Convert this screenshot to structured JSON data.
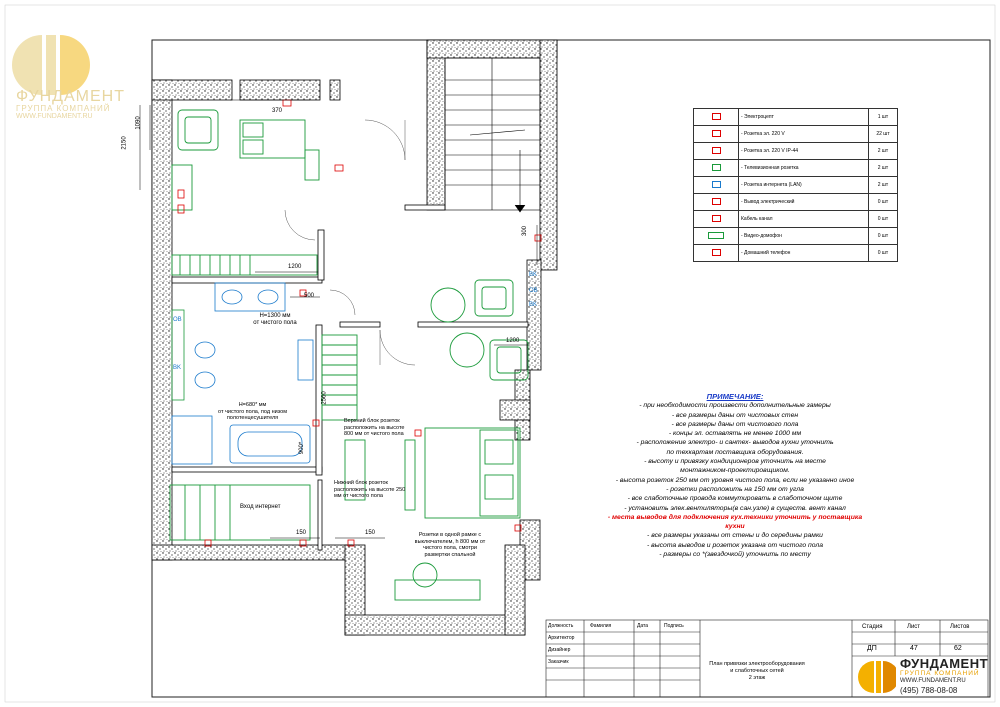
{
  "logo": {
    "name": "ФУНДАМЕНТ",
    "sub": "ГРУППА КОМПАНИЙ",
    "site": "WWW.FUNDAMENT.RU",
    "color_primary": "#e8d6a0"
  },
  "legend": [
    {
      "icon": "wall-socket-icon",
      "label": "- Электроцепт",
      "count": "1 шт"
    },
    {
      "icon": "socket-220-icon",
      "label": "- Розетка эл. 220 V",
      "count": "22 шт"
    },
    {
      "icon": "socket-ip44-icon",
      "label": "- Розетка эл. 220 V IP-44",
      "count": "2 шт"
    },
    {
      "icon": "tv-socket-icon",
      "label": "- Телевизионная розетка",
      "count": "2 шт"
    },
    {
      "icon": "lan-socket-icon",
      "label": "- Розетка интернета (LAN)",
      "count": "2 шт"
    },
    {
      "icon": "electric-outlet-icon",
      "label": "- Вывод электрический",
      "count": "0 шт"
    },
    {
      "icon": "cable-channel-icon",
      "label": "Кабель канал",
      "count": "0 шт"
    },
    {
      "icon": "video-intercom-icon",
      "label": "- Видео-домофон",
      "count": "0 шт"
    },
    {
      "icon": "home-phone-icon",
      "label": "- Домашний телефон",
      "count": "0 шт"
    }
  ],
  "notes": {
    "title": "ПРИМЕЧАНИЕ:",
    "lines": [
      "- при необходимости произвести дополнительные замеры",
      "- все размеры даны от чистовых стен",
      "- все размеры даны от чистового пола",
      "- концы эл. оставлять не менее 1000 мм",
      "- расположение электро- и сантех- выводов кухни уточнить",
      "по техкартам поставщика оборудования.",
      "- высоту и привязку кондиционеров уточнить на месте",
      "монтажником-проектировщиком.",
      "- высота розеток 250 мм от уровня чистого пола, если не указанно иное",
      "- розетки расположить на 150 мм от угла",
      "- все слаботочные провода коммутировать в слаботочном щите",
      "- установить элек.вентиляторы(в сан.узле) в существ. вент канал"
    ],
    "red_line": "- места выводов для подключения кух.техники уточнить у поставщика кухни",
    "lines2": [
      "- все размеры указаны от стены и до середины рамки",
      "- высота выводов и розеток указана от чистого пола",
      "- размеры со *(звездочкой) уточнить по месту"
    ]
  },
  "plan_labels": {
    "dim_2150": "2150",
    "dim_1090": "1090",
    "dim_370": "370",
    "dim_1200a": "1200",
    "dim_500": "500",
    "dim_300": "300",
    "dim_1200b": "1200",
    "dim_2560": "2560",
    "dim_900": "900*",
    "dim_150a": "150",
    "dim_150b": "150",
    "note_h1300": "H=1300 мм\nот чистого пола",
    "note_h680": "H=680* мм\nот чистого пола, под низом\nполотенцесушителя",
    "note_upper": "Верхний блок розеток\nрасположить на высоте\n800 мм от чистого пола",
    "note_lower": "Нижний блок розеток\nрасположить на высоте 250\nмм от чистого пола",
    "note_internet": "Вход интернет",
    "note_frame": "Розетки в одной рамке с\nвыключателем, h 800 мм от\nчистого пола, смотри\nразвертки спальной",
    "ob1": "OB",
    "bk1": "BK",
    "bk2": "BK",
    "bk3": "BK",
    "ob2": "OB"
  },
  "stamp": {
    "rows_left": [
      {
        "role": "Должность",
        "surname": "Фамилия",
        "date": "Дата",
        "sign": "Подпись"
      },
      {
        "role": "Архитектор",
        "surname": "",
        "date": "",
        "sign": ""
      },
      {
        "role": "Дизайнер",
        "surname": "",
        "date": "",
        "sign": ""
      },
      {
        "role": "Заказчик",
        "surname": "",
        "date": "",
        "sign": ""
      }
    ],
    "stage_label": "Стадия",
    "sheet_label": "Лист",
    "sheets_label": "Листов",
    "stage": "ДП",
    "sheet": "47",
    "sheets": "62",
    "title": "План привязки электрооборудования\nи слаботочных сетей\n2 этаж"
  },
  "brand": {
    "name": "ФУНДАМЕНТ",
    "sub": "ГРУППА КОМПАНИЙ",
    "site": "WWW.FUNDAMENT.RU",
    "phone": "(495) 788-08-08"
  }
}
